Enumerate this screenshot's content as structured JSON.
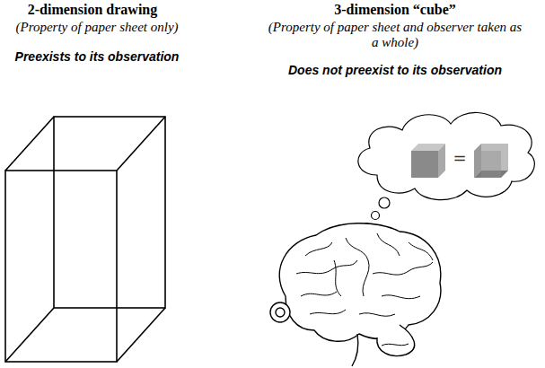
{
  "diagram": {
    "labels": [
      "2-dimension drawing",
      "(Property of paper sheet only)",
      "Preexists to its observation",
      "3-dimension “cube”",
      "(Property of paper sheet and observer taken as a whole)",
      "Does not preexist to its observation",
      "="
    ]
  }
}
